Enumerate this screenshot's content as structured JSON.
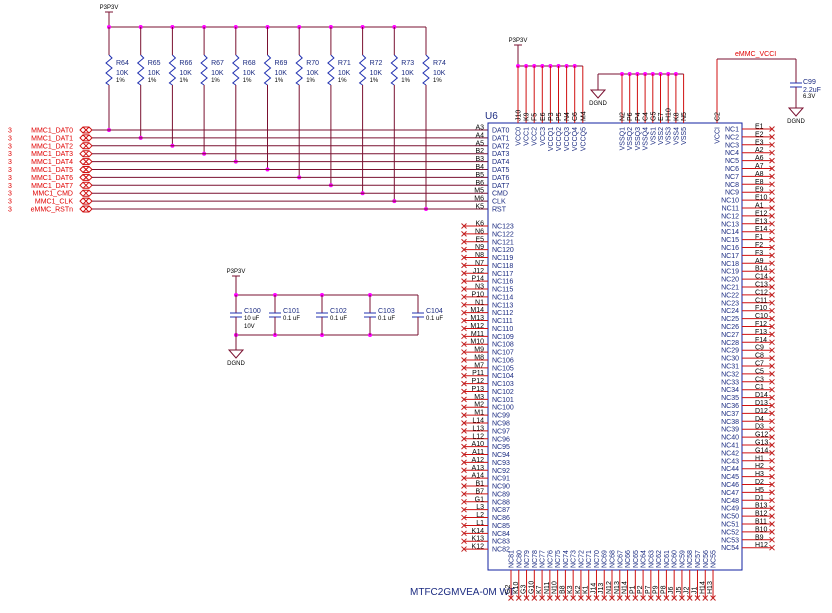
{
  "power_net": "P3P3V",
  "ground_net": "DGND",
  "signals": [
    {
      "sheet": "3",
      "name": "MMC1_DAT0",
      "pin": "A3",
      "pin_name": "DAT0"
    },
    {
      "sheet": "3",
      "name": "MMC1_DAT1",
      "pin": "A4",
      "pin_name": "DAT1"
    },
    {
      "sheet": "3",
      "name": "MMC1_DAT2",
      "pin": "A5",
      "pin_name": "DAT2"
    },
    {
      "sheet": "3",
      "name": "MMC1_DAT3",
      "pin": "B2",
      "pin_name": "DAT3"
    },
    {
      "sheet": "3",
      "name": "MMC1_DAT4",
      "pin": "B3",
      "pin_name": "DAT4"
    },
    {
      "sheet": "3",
      "name": "MMC1_DAT5",
      "pin": "B4",
      "pin_name": "DAT5"
    },
    {
      "sheet": "3",
      "name": "MMC1_DAT6",
      "pin": "B5",
      "pin_name": "DAT6"
    },
    {
      "sheet": "3",
      "name": "MMC1_DAT7",
      "pin": "B6",
      "pin_name": "DAT7"
    },
    {
      "sheet": "3",
      "name": "MMC1_CMD",
      "pin": "M5",
      "pin_name": "CMD"
    },
    {
      "sheet": "3",
      "name": "MMC1_CLK",
      "pin": "M6",
      "pin_name": "CLK"
    },
    {
      "sheet": "3",
      "name": "eMMC_RSTn",
      "pin": "K5",
      "pin_name": "RST"
    }
  ],
  "pullups": [
    {
      "ref": "R64",
      "value": "10K",
      "tol": "1%"
    },
    {
      "ref": "R65",
      "value": "10K",
      "tol": "1%"
    },
    {
      "ref": "R66",
      "value": "10K",
      "tol": "1%"
    },
    {
      "ref": "R67",
      "value": "10K",
      "tol": "1%"
    },
    {
      "ref": "R68",
      "value": "10K",
      "tol": "1%"
    },
    {
      "ref": "R69",
      "value": "10K",
      "tol": "1%"
    },
    {
      "ref": "R70",
      "value": "10K",
      "tol": "1%"
    },
    {
      "ref": "R71",
      "value": "10K",
      "tol": "1%"
    },
    {
      "ref": "R72",
      "value": "10K",
      "tol": "1%"
    },
    {
      "ref": "R73",
      "value": "10K",
      "tol": "1%"
    },
    {
      "ref": "R74",
      "value": "10K",
      "tol": "1%"
    }
  ],
  "chip": {
    "ref": "U6",
    "part": "MTFC2GMVEA-0M WT",
    "vcc_pins": [
      {
        "num": "J10",
        "name": "VCC0"
      },
      {
        "num": "K9",
        "name": "VCC1"
      },
      {
        "num": "F5",
        "name": "VCC2"
      },
      {
        "num": "E6",
        "name": "VCC3"
      },
      {
        "num": "P3",
        "name": "VCCQ1"
      },
      {
        "num": "P5",
        "name": "VCCQ2"
      },
      {
        "num": "N4",
        "name": "VCCQ3"
      },
      {
        "num": "C6",
        "name": "VCCQ4"
      },
      {
        "num": "M4",
        "name": "VCCQ5"
      }
    ],
    "vss_pins": [
      {
        "num": "N2",
        "name": "VSSQ1"
      },
      {
        "num": "P6",
        "name": "VSSQ2"
      },
      {
        "num": "P4",
        "name": "VSSQ3"
      },
      {
        "num": "C4",
        "name": "VSSQ4"
      },
      {
        "num": "G5",
        "name": "VSS1"
      },
      {
        "num": "E7",
        "name": "VSS2"
      },
      {
        "num": "H10",
        "name": "VSS3"
      },
      {
        "num": "K8",
        "name": "VSS4"
      },
      {
        "num": "N5",
        "name": "VSS5"
      }
    ],
    "vcci_pin": {
      "num": "C2",
      "name": "VCCI"
    },
    "right_nc_nums": [
      "E1",
      "E2",
      "E3",
      "A2",
      "A6",
      "A7",
      "A8",
      "E8",
      "E9",
      "E10",
      "A1",
      "E12",
      "E13",
      "E14",
      "F1",
      "F2",
      "F3",
      "A9",
      "B14",
      "C14",
      "C13",
      "C12",
      "C11",
      "F10",
      "C10",
      "F12",
      "F13",
      "F14",
      "C9",
      "C8",
      "C7",
      "C5",
      "C3",
      "C1",
      "D14",
      "D13",
      "D12",
      "D4",
      "D3",
      "G12",
      "G13",
      "G14",
      "H1",
      "H2",
      "H3",
      "D2",
      "H5",
      "D1",
      "B13",
      "B12",
      "B11",
      "B10",
      "B9",
      "H12"
    ],
    "right_nc_names": [
      "NC1",
      "NC2",
      "NC3",
      "NC4",
      "NC5",
      "NC6",
      "NC7",
      "NC8",
      "NC9",
      "NC10",
      "NC11",
      "NC12",
      "NC13",
      "NC14",
      "NC15",
      "NC16",
      "NC17",
      "NC18",
      "NC19",
      "NC20",
      "NC21",
      "NC22",
      "NC23",
      "NC24",
      "NC25",
      "NC26",
      "NC27",
      "NC28",
      "NC29",
      "NC30",
      "NC31",
      "NC32",
      "NC33",
      "NC34",
      "NC35",
      "NC36",
      "NC37",
      "NC38",
      "NC39",
      "NC40",
      "NC41",
      "NC42",
      "NC43",
      "NC44",
      "NC45",
      "NC46",
      "NC47",
      "NC48",
      "NC49",
      "NC50",
      "NC51",
      "NC52",
      "NC53",
      "NC54"
    ],
    "left_nc_nums": [
      "K6",
      "N6",
      "E5",
      "N9",
      "N8",
      "N7",
      "J12",
      "P14",
      "N3",
      "P10",
      "N1",
      "M14",
      "M13",
      "M12",
      "M11",
      "M10",
      "M9",
      "M8",
      "M7",
      "P11",
      "P12",
      "P13",
      "M3",
      "M2",
      "M1",
      "L14",
      "L13",
      "L12",
      "A10",
      "A11",
      "A12",
      "A13",
      "A14",
      "B1",
      "B7",
      "G1",
      "L3",
      "L2",
      "L1",
      "K14",
      "K13",
      "K12"
    ],
    "left_nc_names": [
      "NC123",
      "NC122",
      "NC121",
      "NC120",
      "NC119",
      "NC118",
      "NC117",
      "NC116",
      "NC115",
      "NC114",
      "NC113",
      "NC112",
      "NC111",
      "NC110",
      "NC109",
      "NC108",
      "NC107",
      "NC106",
      "NC105",
      "NC104",
      "NC103",
      "NC102",
      "NC101",
      "NC100",
      "NC99",
      "NC98",
      "NC97",
      "NC96",
      "NC95",
      "NC94",
      "NC93",
      "NC92",
      "NC91",
      "NC90",
      "NC89",
      "NC88",
      "NC87",
      "NC86",
      "NC85",
      "NC84",
      "NC83",
      "NC82"
    ],
    "bottom_nc_nums": [
      "G2",
      "K10",
      "G3",
      "G10",
      "K7",
      "N11",
      "N10",
      "B8",
      "K3",
      "K2",
      "K1",
      "J14",
      "J13",
      "N12",
      "N13",
      "N14",
      "P1",
      "P2",
      "P7",
      "P9",
      "P8",
      "J6",
      "J5",
      "J2",
      "J1",
      "H14",
      "H13"
    ],
    "bottom_nc_names": [
      "NC81",
      "NC80",
      "NC79",
      "NC78",
      "NC77",
      "NC76",
      "NC75",
      "NC74",
      "NC73",
      "NC72",
      "NC71",
      "NC70",
      "NC69",
      "NC68",
      "NC67",
      "NC66",
      "NC65",
      "NC64",
      "NC63",
      "NC62",
      "NC61",
      "NC60",
      "NC59",
      "NC58",
      "NC57",
      "NC56",
      "NC55"
    ]
  },
  "vcci_cap": {
    "ref": "C99",
    "value": "2.2uF",
    "voltage": "6.3V",
    "net": "eMMC_VCCI"
  },
  "decoupling": [
    {
      "ref": "C100",
      "value": "10 uF",
      "voltage": "10V"
    },
    {
      "ref": "C101",
      "value": "0.1 uF"
    },
    {
      "ref": "C102",
      "value": "0.1 uF"
    },
    {
      "ref": "C103",
      "value": "0.1 uF"
    },
    {
      "ref": "C104",
      "value": "0.1 uF"
    }
  ],
  "colors": {
    "wire": "#7a1030",
    "junction": "#ff00ff",
    "pin": "#d01010",
    "body": "#1020a0",
    "net_label": "#e00000"
  }
}
